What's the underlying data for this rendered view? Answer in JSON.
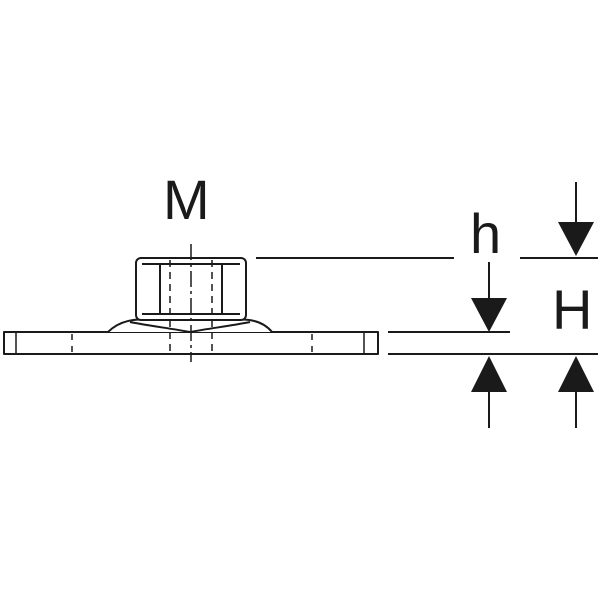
{
  "labels": {
    "thread_size": "M",
    "plate_thickness": "h",
    "total_height": "H"
  },
  "colors": {
    "line": "#1a1a1a",
    "background": "#ffffff"
  }
}
